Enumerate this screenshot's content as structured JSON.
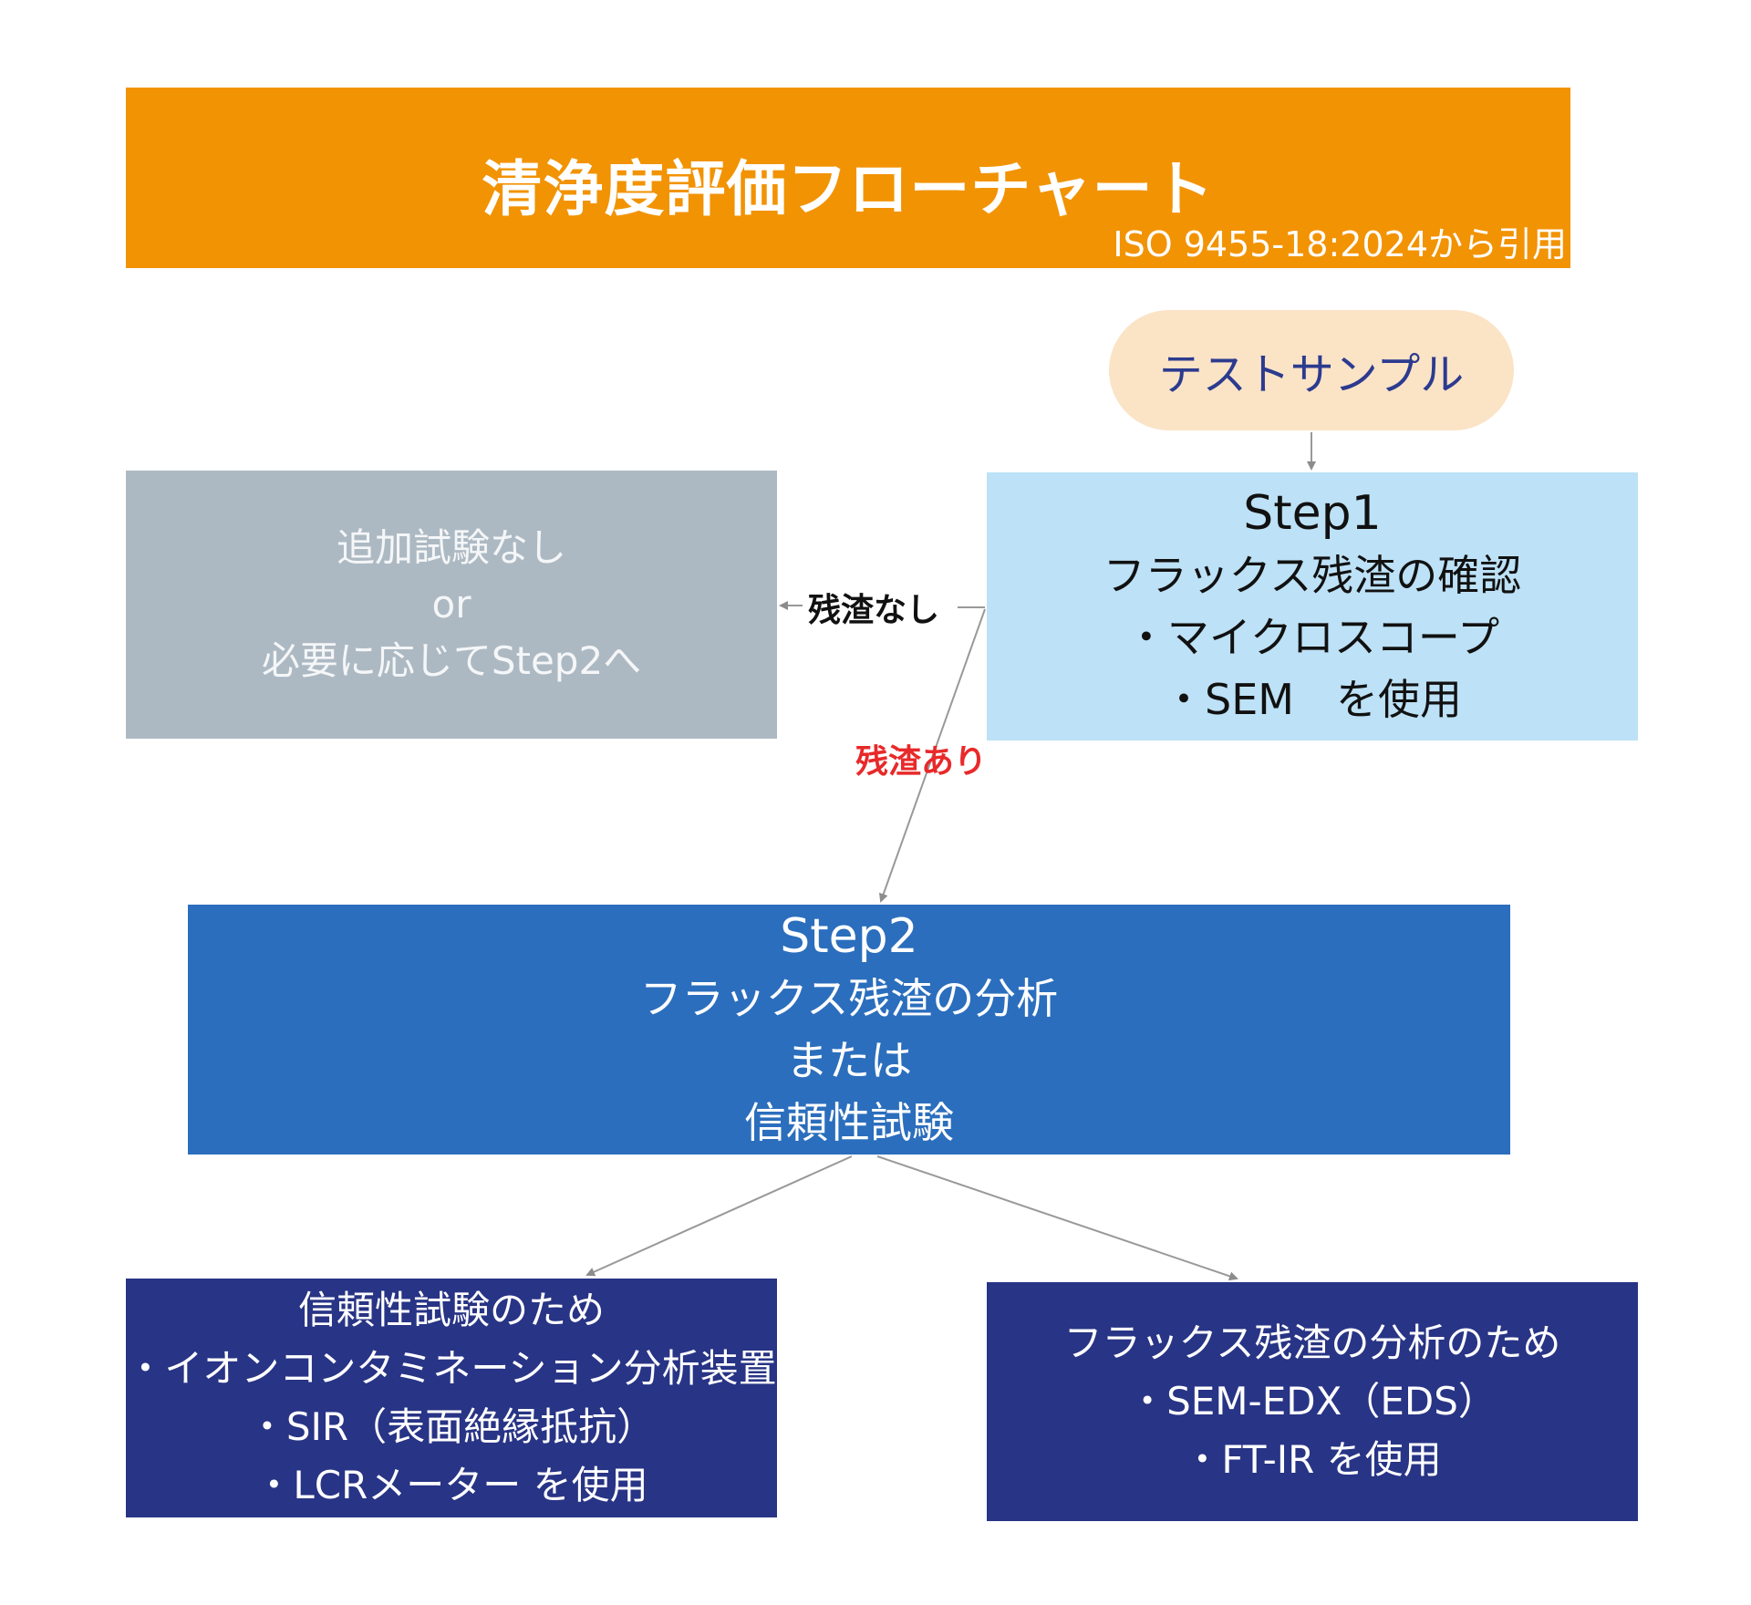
{
  "title": {
    "main": "清浄度評価フローチャート",
    "source": "ISO 9455-18:2024から引用"
  },
  "start": {
    "label": "テストサンプル"
  },
  "step1": {
    "heading": "Step1",
    "lines": [
      "フラックス残渣の確認",
      "・マイクロスコープ",
      "・SEM　を使用"
    ]
  },
  "no_additional": {
    "lines": [
      "追加試験なし",
      "or",
      "必要に応じてStep2へ"
    ]
  },
  "edges": {
    "no_residue": "残渣なし",
    "residue_found": "残渣あり"
  },
  "step2": {
    "heading": "Step2",
    "lines": [
      "フラックス残渣の分析",
      "または",
      "信頼性試験"
    ]
  },
  "reliability_box": {
    "lines": [
      "信頼性試験のため",
      "・イオンコンタミネーション分析装置",
      "・SIR（表面絶縁抵抗）",
      "・LCRメーター を使用"
    ]
  },
  "residue_box": {
    "lines": [
      "フラックス残渣の分析のため",
      "・SEM-EDX（EDS）",
      "・FT-IR を使用"
    ]
  },
  "colors": {
    "title_bg": "#f29304",
    "start_bg": "#fbe3c6",
    "step1_bg": "#bde1f6",
    "no_test_bg": "#adb9c2",
    "step2_bg": "#2b6ebd",
    "method_bg": "#283485",
    "residue_found_text": "#e8292a"
  }
}
